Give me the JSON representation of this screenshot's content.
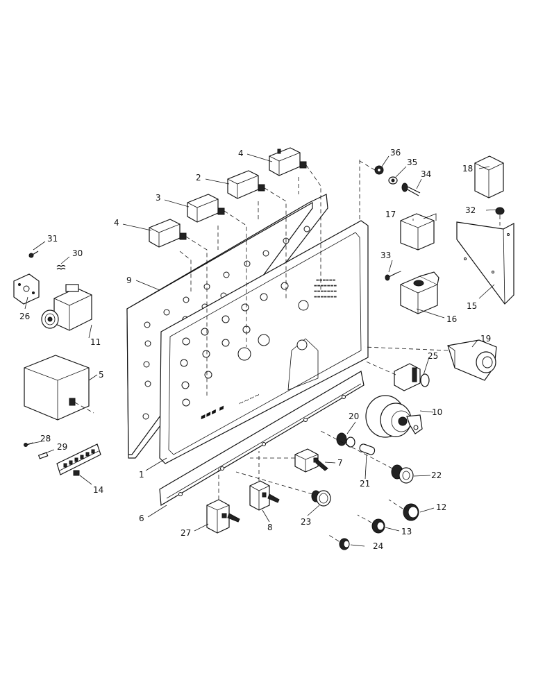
{
  "callouts": {
    "c1": "1",
    "c2": "2",
    "c3": "3",
    "c4a": "4",
    "c4b": "4",
    "c5": "5",
    "c6": "6",
    "c7": "7",
    "c8": "8",
    "c9": "9",
    "c10": "10",
    "c11": "11",
    "c12": "12",
    "c13": "13",
    "c14": "14",
    "c15": "15",
    "c16": "16",
    "c17": "17",
    "c18": "18",
    "c19": "19",
    "c20": "20",
    "c21": "21",
    "c22": "22",
    "c23": "23",
    "c24": "24",
    "c25": "25",
    "c26": "26",
    "c27": "27",
    "c28": "28",
    "c29": "29",
    "c30": "30",
    "c31": "31",
    "c32": "32",
    "c33": "33",
    "c34": "34",
    "c35": "35",
    "c36": "36"
  }
}
